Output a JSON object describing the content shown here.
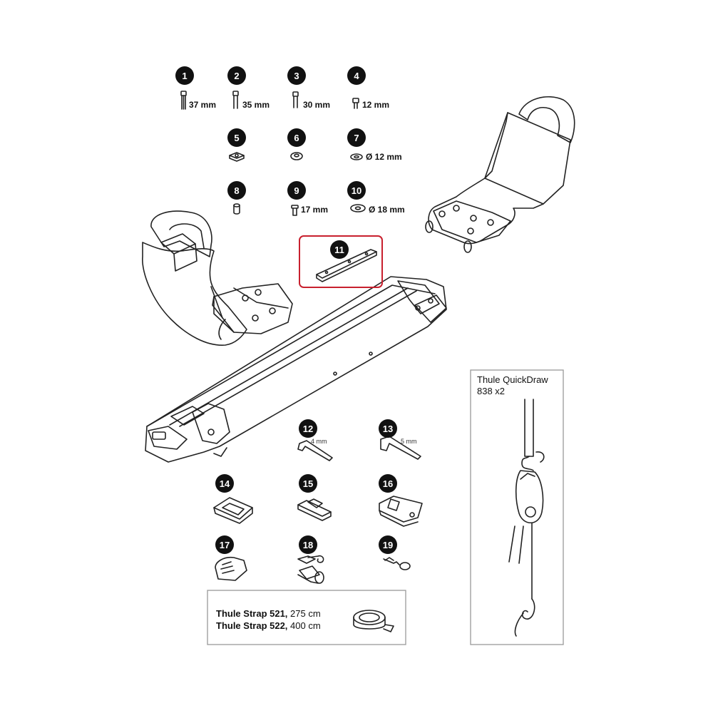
{
  "parts": [
    {
      "num": "1",
      "label": "37 mm"
    },
    {
      "num": "2",
      "label": "35 mm"
    },
    {
      "num": "3",
      "label": "30 mm"
    },
    {
      "num": "4",
      "label": "12 mm"
    },
    {
      "num": "5",
      "label": ""
    },
    {
      "num": "6",
      "label": ""
    },
    {
      "num": "7",
      "label": "Ø 12 mm"
    },
    {
      "num": "8",
      "label": ""
    },
    {
      "num": "9",
      "label": "17 mm"
    },
    {
      "num": "10",
      "label": "Ø 18 mm"
    },
    {
      "num": "11",
      "label": ""
    },
    {
      "num": "12",
      "label": "4 mm"
    },
    {
      "num": "13",
      "label": "5 mm"
    },
    {
      "num": "14",
      "label": ""
    },
    {
      "num": "15",
      "label": ""
    },
    {
      "num": "16",
      "label": ""
    },
    {
      "num": "17",
      "label": ""
    },
    {
      "num": "18",
      "label": ""
    },
    {
      "num": "19",
      "label": ""
    }
  ],
  "strap_box": {
    "line1_name": "Thule Strap 521,",
    "line1_len": " 275 cm",
    "line2_name": "Thule Strap 522,",
    "line2_len": " 400 cm"
  },
  "quickdraw_box": {
    "title": "Thule QuickDraw",
    "qty": "838 x2"
  },
  "colors": {
    "highlight_box": "#c8202e",
    "badge": "#111111",
    "line_art": "#222222",
    "box_border": "#999999"
  }
}
